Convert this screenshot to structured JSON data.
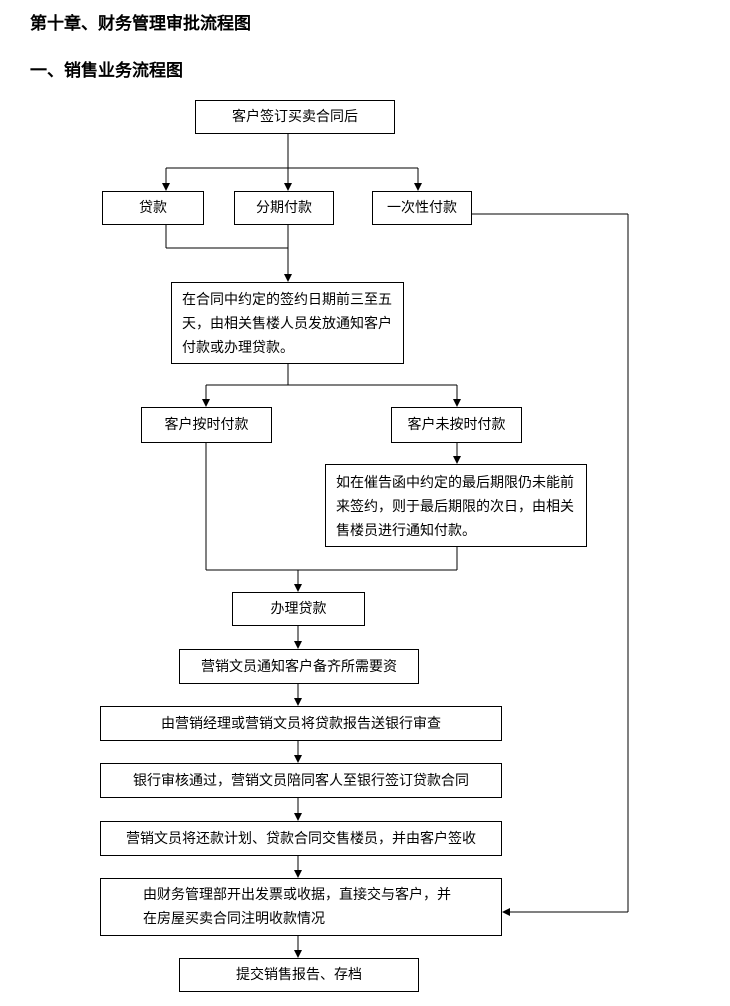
{
  "headings": {
    "chapter": "第十章、财务管理审批流程图",
    "section": "一、销售业务流程图"
  },
  "nodes": {
    "start": "客户签订买卖合同后",
    "loan": "贷款",
    "installment": "分期付款",
    "lump_sum": "一次性付款",
    "notice": "在合同中约定的签约日期前三至五天，由相关售楼人员发放通知客户付款或办理贷款。",
    "on_time": "客户按时付款",
    "not_on_time": "客户未按时付款",
    "reminder": "如在催告函中约定的最后期限仍未能前来签约，则于最后期限的次日，由相关售楼员进行通知付款。",
    "process_loan": "办理贷款",
    "prepare_docs": "营销文员通知客户备齐所需要资",
    "submit_bank": "由营销经理或营销文员将贷款报告送银行审查",
    "bank_approved": "银行审核通过，营销文员陪同客人至银行签订贷款合同",
    "repayment_plan": "营销文员将还款计划、贷款合同交售楼员，并由客户签收",
    "invoice": "由财务管理部开出发票或收据，直接交与客户，并在房屋买卖合同注明收款情况",
    "archive": "提交销售报告、存档"
  }
}
